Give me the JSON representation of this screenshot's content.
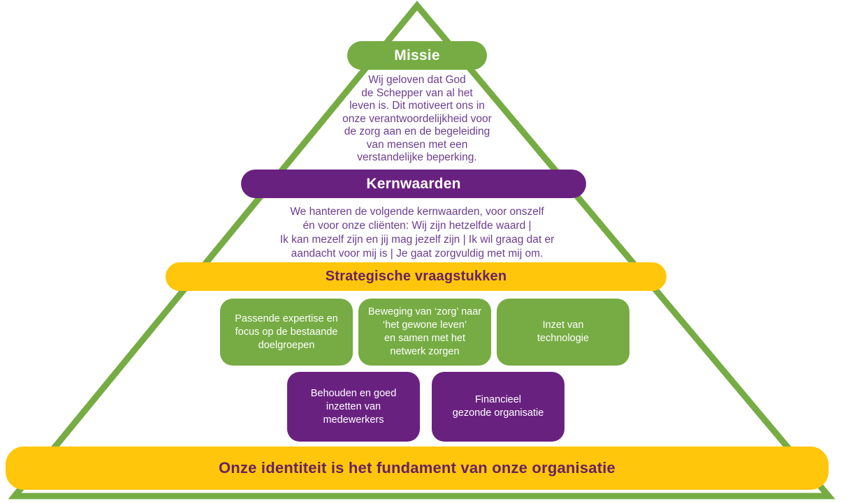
{
  "palette": {
    "green": "#76AC43",
    "purple": "#692180",
    "yellow": "#FFC60B",
    "body_text": "#6C3D8F",
    "heading_text": "#67235F"
  },
  "pyramid": {
    "missie": {
      "label": "Missie",
      "description": "Wij geloven dat God\nde Schepper van al het\nleven is. Dit motiveert ons in\nonze verantwoordelijkheid voor\nde zorg aan en de begeleiding\nvan mensen met een\nverstandelijke beperking."
    },
    "kernwaarden": {
      "label": "Kernwaarden",
      "description": "We hanteren de volgende kernwaarden, voor onszelf\nén voor onze cliënten: Wij zijn hetzelfde waard |\nIk kan mezelf zijn en jij mag jezelf zijn | Ik wil graag dat er\naandacht voor mij is | Je gaat zorgvuldig met mij om."
    },
    "strategisch": {
      "label": "Strategische vraagstukken",
      "green_items": [
        {
          "label": "Passende expertise en\nfocus op de bestaande\ndoelgroepen"
        },
        {
          "label": "Beweging van ‘zorg’ naar\n‘het gewone leven’\nen samen met het\nnetwerk zorgen"
        },
        {
          "label": "Inzet van\ntechnologie"
        }
      ],
      "purple_items": [
        {
          "label": "Behouden en goed\ninzetten van\nmedewerkers"
        },
        {
          "label": "Financieel\ngezonde organisatie"
        }
      ]
    },
    "fundament": {
      "label": "Onze identiteit is het fundament van onze organisatie"
    }
  }
}
